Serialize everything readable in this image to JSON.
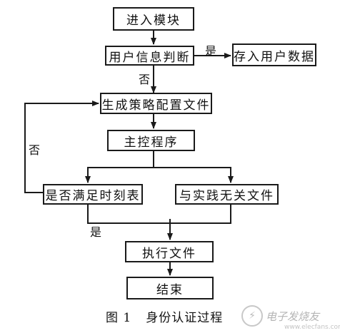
{
  "nodes": {
    "enter_module": "进入模块",
    "user_info_judge": "用户信息判断",
    "store_user_data": "存入用户数据",
    "gen_config": "生成策略配置文件",
    "main_program": "主控程序",
    "check_schedule": "是否满足时刻表",
    "unrelated_files": "与实践无关文件",
    "execute_file": "执行文件",
    "end": "结束"
  },
  "edge_labels": {
    "yes_store": "是",
    "no_gen": "否",
    "no_loop": "否",
    "yes_execute": "是"
  },
  "caption": {
    "number": "图 1",
    "title": "身份认证过程"
  },
  "watermark": {
    "text": "电子发烧友",
    "url": "www.elecfans.com"
  }
}
